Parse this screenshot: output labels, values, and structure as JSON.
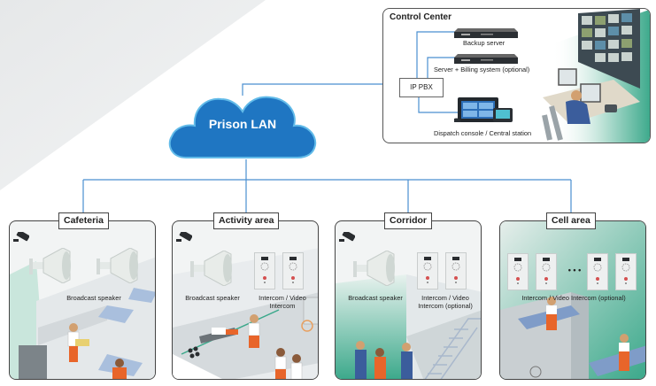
{
  "diagram": {
    "network": {
      "label": "Prison LAN",
      "icon": "cloud-icon"
    },
    "colors": {
      "cloud": "#1f76c2",
      "cloud_edge": "#5fb7e8",
      "wire": "#4a8fd0",
      "accent_green": "#3aa88a",
      "inmate_orange": "#e8652a",
      "guard_blue": "#3b5d9c"
    },
    "control_center": {
      "title": "Control Center",
      "hub": "IP PBX",
      "devices": [
        {
          "label": "Backup server",
          "icon": "rack-server-icon"
        },
        {
          "label": "Server + Billing system (optional)",
          "icon": "rack-server-icon"
        },
        {
          "label": "Dispatch console / Central station",
          "icon": "dispatch-console-icon"
        }
      ]
    },
    "zones": [
      {
        "title": "Cafeteria",
        "devices": [
          {
            "label": "Broadcast speaker",
            "icon": "horn-speaker-icon",
            "count": 2
          }
        ]
      },
      {
        "title": "Activity area",
        "devices": [
          {
            "label": "Broadcast speaker",
            "icon": "horn-speaker-icon",
            "count": 1
          },
          {
            "label_line1": "Intercom / Video",
            "label_line2": "Intercom",
            "icon": "intercom-panel-icon",
            "count": 2
          }
        ]
      },
      {
        "title": "Corridor",
        "devices": [
          {
            "label": "Broadcast speaker",
            "icon": "horn-speaker-icon",
            "count": 1
          },
          {
            "label_line1": "Intercom / Video",
            "label_line2": "Intercom (optional)",
            "icon": "intercom-panel-icon",
            "count": 2
          }
        ]
      },
      {
        "title": "Cell area",
        "devices": [
          {
            "label": "Intercom / Video Intercom (optional)",
            "icon": "intercom-panel-icon",
            "count": 4,
            "ellipsis": "• • •"
          }
        ]
      }
    ]
  }
}
